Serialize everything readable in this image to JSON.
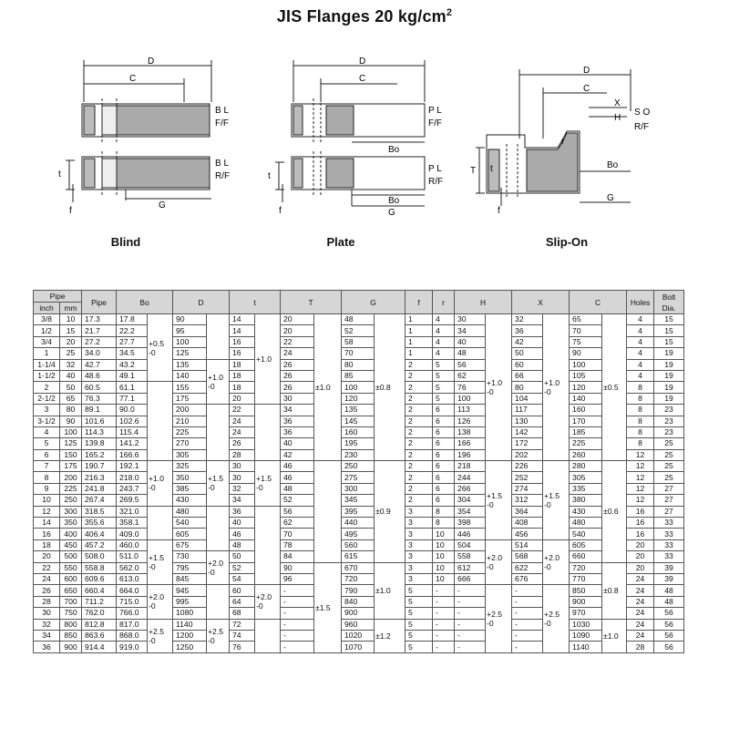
{
  "title": "JIS Flanges 20 kg/cm",
  "title_sup": "2",
  "drawings": {
    "blind": {
      "caption": "Blind",
      "dim_d": "D",
      "dim_c": "C",
      "dim_g": "G",
      "dim_t": "t",
      "dim_f": "f",
      "ff_type": "B L",
      "ff_face": "F/F",
      "rf_type": "B L",
      "rf_face": "R/F"
    },
    "plate": {
      "caption": "Plate",
      "dim_d": "D",
      "dim_c": "C",
      "dim_bo": "Bo",
      "dim_bo2": "Bo",
      "dim_g": "G",
      "dim_t": "t",
      "dim_f": "f",
      "ff_type": "P L",
      "ff_face": "F/F",
      "rf_type": "P L",
      "rf_face": "R/F"
    },
    "slipon": {
      "caption": "Slip-On",
      "dim_d": "D",
      "dim_c": "C",
      "dim_x": "X",
      "dim_h": "H",
      "dim_r": "r",
      "dim_bo": "Bo",
      "dim_g": "G",
      "dim_t": "T",
      "dim_t2": "t",
      "dim_f": "f",
      "type": "S O",
      "face": "R/F"
    }
  },
  "table": {
    "headers": {
      "pipe": "Pipe",
      "inch": "inch",
      "mm": "mm",
      "pipe_od": "Pipe",
      "bo": "Bo",
      "d": "D",
      "t": "t",
      "T": "T",
      "g": "G",
      "f": "f",
      "r": "r",
      "h": "H",
      "x": "X",
      "c": "C",
      "holes": "Holes",
      "bolt1": "Bolt",
      "bolt2": "Dia."
    },
    "rows": [
      [
        "3/8",
        "10",
        "17.3",
        "17.8",
        "90",
        "14",
        "20",
        "48",
        "1",
        "4",
        "30",
        "32",
        "65",
        "4",
        "15"
      ],
      [
        "1/2",
        "15",
        "21.7",
        "22.2",
        "95",
        "14",
        "20",
        "52",
        "1",
        "4",
        "34",
        "36",
        "70",
        "4",
        "15"
      ],
      [
        "3/4",
        "20",
        "27.2",
        "27.7",
        "100",
        "16",
        "22",
        "58",
        "1",
        "4",
        "40",
        "42",
        "75",
        "4",
        "15"
      ],
      [
        "1",
        "25",
        "34.0",
        "34.5",
        "125",
        "16",
        "24",
        "70",
        "1",
        "4",
        "48",
        "50",
        "90",
        "4",
        "19"
      ],
      [
        "1-1/4",
        "32",
        "42.7",
        "43.2",
        "135",
        "18",
        "26",
        "80",
        "2",
        "5",
        "56",
        "60",
        "100",
        "4",
        "19"
      ],
      [
        "1-1/2",
        "40",
        "48.6",
        "49.1",
        "140",
        "18",
        "26",
        "85",
        "2",
        "5",
        "62",
        "66",
        "105",
        "4",
        "19"
      ],
      [
        "2",
        "50",
        "60.5",
        "61.1",
        "155",
        "18",
        "26",
        "100",
        "2",
        "5",
        "76",
        "80",
        "120",
        "8",
        "19"
      ],
      [
        "2-1/2",
        "65",
        "76.3",
        "77.1",
        "175",
        "20",
        "30",
        "120",
        "2",
        "5",
        "100",
        "104",
        "140",
        "8",
        "19"
      ],
      [
        "3",
        "80",
        "89.1",
        "90.0",
        "200",
        "22",
        "34",
        "135",
        "2",
        "6",
        "113",
        "117",
        "160",
        "8",
        "23"
      ],
      [
        "3-1/2",
        "90",
        "101.6",
        "102.6",
        "210",
        "24",
        "36",
        "145",
        "2",
        "6",
        "126",
        "130",
        "170",
        "8",
        "23"
      ],
      [
        "4",
        "100",
        "114.3",
        "115.4",
        "225",
        "24",
        "36",
        "160",
        "2",
        "6",
        "138",
        "142",
        "185",
        "8",
        "23"
      ],
      [
        "5",
        "125",
        "139.8",
        "141.2",
        "270",
        "26",
        "40",
        "195",
        "2",
        "6",
        "166",
        "172",
        "225",
        "8",
        "25"
      ],
      [
        "6",
        "150",
        "165.2",
        "166.6",
        "305",
        "28",
        "42",
        "230",
        "2",
        "6",
        "196",
        "202",
        "260",
        "12",
        "25"
      ],
      [
        "7",
        "175",
        "190.7",
        "192.1",
        "325",
        "30",
        "46",
        "250",
        "2",
        "6",
        "218",
        "226",
        "280",
        "12",
        "25"
      ],
      [
        "8",
        "200",
        "216.3",
        "218.0",
        "350",
        "30",
        "46",
        "275",
        "2",
        "6",
        "244",
        "252",
        "305",
        "12",
        "25"
      ],
      [
        "9",
        "225",
        "241.8",
        "243.7",
        "385",
        "32",
        "48",
        "300",
        "2",
        "6",
        "266",
        "274",
        "335",
        "12",
        "27"
      ],
      [
        "10",
        "250",
        "267.4",
        "269.5",
        "430",
        "34",
        "52",
        "345",
        "2",
        "6",
        "304",
        "312",
        "380",
        "12",
        "27"
      ],
      [
        "12",
        "300",
        "318.5",
        "321.0",
        "480",
        "36",
        "56",
        "395",
        "3",
        "8",
        "354",
        "364",
        "430",
        "16",
        "27"
      ],
      [
        "14",
        "350",
        "355.6",
        "358.1",
        "540",
        "40",
        "62",
        "440",
        "3",
        "8",
        "398",
        "408",
        "480",
        "16",
        "33"
      ],
      [
        "16",
        "400",
        "406.4",
        "409.0",
        "605",
        "46",
        "70",
        "495",
        "3",
        "10",
        "446",
        "456",
        "540",
        "16",
        "33"
      ],
      [
        "18",
        "450",
        "457.2",
        "460.0",
        "675",
        "48",
        "78",
        "560",
        "3",
        "10",
        "504",
        "514",
        "605",
        "20",
        "33"
      ],
      [
        "20",
        "500",
        "508.0",
        "511.0",
        "730",
        "50",
        "84",
        "615",
        "3",
        "10",
        "558",
        "568",
        "660",
        "20",
        "33"
      ],
      [
        "22",
        "550",
        "558.8",
        "562.0",
        "795",
        "52",
        "90",
        "670",
        "3",
        "10",
        "612",
        "622",
        "720",
        "20",
        "39"
      ],
      [
        "24",
        "600",
        "609.6",
        "613.0",
        "845",
        "54",
        "96",
        "720",
        "3",
        "10",
        "666",
        "676",
        "770",
        "24",
        "39"
      ],
      [
        "26",
        "650",
        "660.4",
        "664.0",
        "945",
        "60",
        "-",
        "790",
        "5",
        "-",
        "-",
        "-",
        "850",
        "24",
        "48"
      ],
      [
        "28",
        "700",
        "711.2",
        "715.0",
        "995",
        "64",
        "-",
        "840",
        "5",
        "-",
        "-",
        "-",
        "900",
        "24",
        "48"
      ],
      [
        "30",
        "750",
        "762.0",
        "766.0",
        "1080",
        "68",
        "-",
        "900",
        "5",
        "-",
        "-",
        "-",
        "970",
        "24",
        "56"
      ],
      [
        "32",
        "800",
        "812.8",
        "817.0",
        "1140",
        "72",
        "-",
        "960",
        "5",
        "-",
        "-",
        "-",
        "1030",
        "24",
        "56"
      ],
      [
        "34",
        "850",
        "863.6",
        "868.0",
        "1200",
        "74",
        "-",
        "1020",
        "5",
        "-",
        "-",
        "-",
        "1090",
        "24",
        "56"
      ],
      [
        "36",
        "900",
        "914.4",
        "919.0",
        "1250",
        "76",
        "-",
        "1070",
        "5",
        "-",
        "-",
        "-",
        "1140",
        "28",
        "56"
      ]
    ],
    "ruled_after": [
      0,
      1,
      2,
      3,
      4,
      5,
      6,
      7,
      8,
      9,
      10,
      11,
      12,
      13,
      14,
      15,
      16,
      17,
      18,
      19,
      20,
      21,
      22,
      23,
      24,
      25,
      26,
      27,
      28
    ],
    "tol_bo": [
      {
        "start": 0,
        "span": 6,
        "text": "+0.5\n-0"
      },
      {
        "start": 6,
        "span": 7,
        "text": ""
      },
      {
        "start": 13,
        "span": 4,
        "text": "+1.0\n-0"
      },
      {
        "start": 17,
        "span": 3,
        "text": ""
      },
      {
        "start": 20,
        "span": 4,
        "text": "+1.5\n-0"
      },
      {
        "start": 24,
        "span": 3,
        "text": "+2.0\n-0"
      },
      {
        "start": 27,
        "span": 3,
        "text": "+2.5\n-0"
      }
    ],
    "tol_d": [
      {
        "start": 0,
        "span": 4,
        "text": ""
      },
      {
        "start": 4,
        "span": 4,
        "text": "+1.0\n-0"
      },
      {
        "start": 8,
        "span": 5,
        "text": ""
      },
      {
        "start": 13,
        "span": 4,
        "text": "+1.5\n-0"
      },
      {
        "start": 17,
        "span": 4,
        "text": ""
      },
      {
        "start": 21,
        "span": 3,
        "text": "+2.0\n-0"
      },
      {
        "start": 24,
        "span": 3,
        "text": ""
      },
      {
        "start": 27,
        "span": 3,
        "text": "+2.5\n-0"
      }
    ],
    "tol_t": [
      {
        "start": 0,
        "span": 8,
        "text": "+1.0"
      },
      {
        "start": 8,
        "span": 5,
        "text": ""
      },
      {
        "start": 13,
        "span": 4,
        "text": "+1.5\n-0"
      },
      {
        "start": 17,
        "span": 7,
        "text": ""
      },
      {
        "start": 24,
        "span": 3,
        "text": "+2.0\n-0"
      },
      {
        "start": 27,
        "span": 3,
        "text": ""
      }
    ],
    "tol_T": [
      {
        "start": 0,
        "span": 13,
        "text": "±1.0"
      },
      {
        "start": 13,
        "span": 9,
        "text": ""
      },
      {
        "start": 22,
        "span": 8,
        "text": "±1.5"
      }
    ],
    "tol_g": [
      {
        "start": 0,
        "span": 13,
        "text": "±0.8"
      },
      {
        "start": 13,
        "span": 9,
        "text": "±0.9"
      },
      {
        "start": 22,
        "span": 5,
        "text": "±1.0"
      },
      {
        "start": 27,
        "span": 3,
        "text": "±1.2"
      }
    ],
    "tol_h": [
      {
        "start": 0,
        "span": 13,
        "text": "+1.0\n-0"
      },
      {
        "start": 13,
        "span": 7,
        "text": "+1.5\n-0"
      },
      {
        "start": 20,
        "span": 4,
        "text": "+2.0\n-0"
      },
      {
        "start": 24,
        "span": 6,
        "text": "+2.5\n-0"
      }
    ],
    "tol_x": [
      {
        "start": 0,
        "span": 13,
        "text": "+1.0\n-0"
      },
      {
        "start": 13,
        "span": 7,
        "text": "+1.5\n-0"
      },
      {
        "start": 20,
        "span": 4,
        "text": "+2.0\n-0"
      },
      {
        "start": 24,
        "span": 6,
        "text": "+2.5\n-0"
      }
    ],
    "tol_c": [
      {
        "start": 0,
        "span": 13,
        "text": "±0.5"
      },
      {
        "start": 13,
        "span": 9,
        "text": "±0.6"
      },
      {
        "start": 22,
        "span": 5,
        "text": "±0.8"
      },
      {
        "start": 27,
        "span": 3,
        "text": "±1.0"
      }
    ]
  }
}
